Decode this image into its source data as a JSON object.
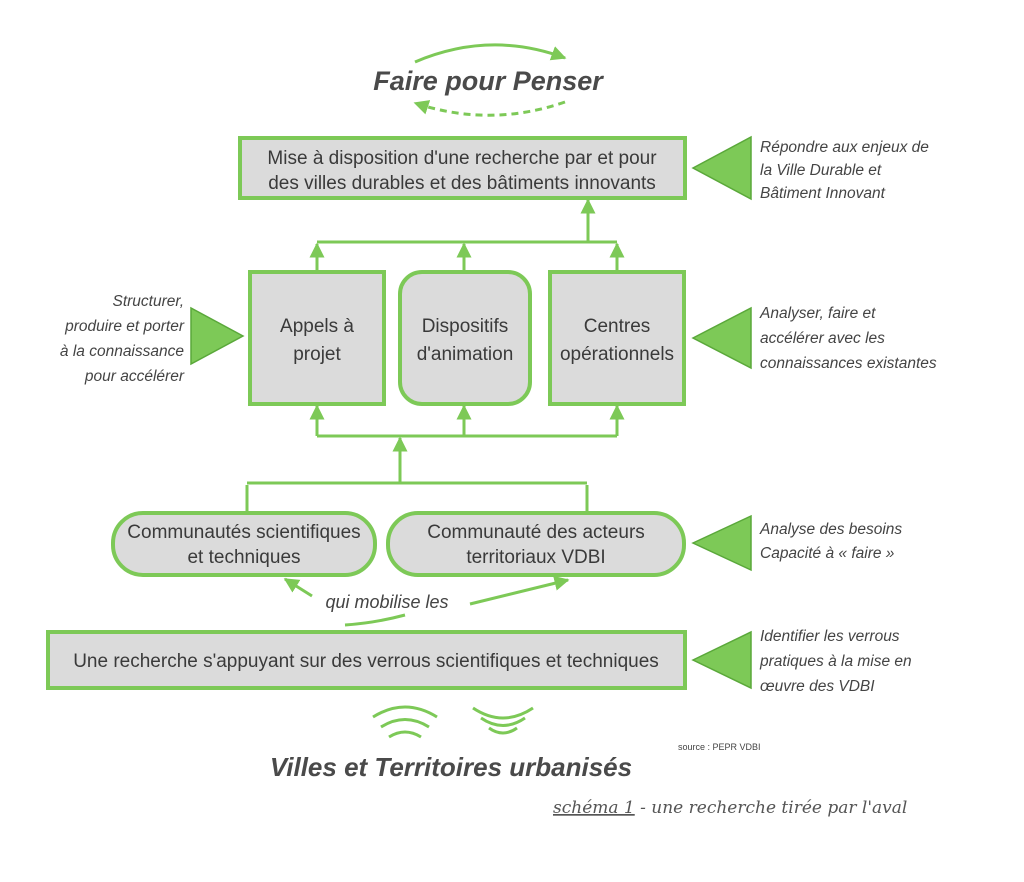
{
  "title_top": "Faire pour Penser",
  "top_box": {
    "line1": "Mise à disposition d'une recherche par et pour",
    "line2": "des villes durables et des bâtiments innovants"
  },
  "middle_boxes": [
    {
      "line1": "Appels à",
      "line2": "projet"
    },
    {
      "line1": "Dispositifs",
      "line2": "d'animation"
    },
    {
      "line1": "Centres",
      "line2": "opérationnels"
    }
  ],
  "communities": [
    {
      "line1": "Communautés scientifiques",
      "line2": "et techniques"
    },
    {
      "line1": "Communauté des acteurs",
      "line2": "territoriaux VDBI"
    }
  ],
  "mobilise_label": "qui mobilise les",
  "bottom_box": "Une recherche s'appuyant sur des verrous scientifiques et techniques",
  "side_notes": {
    "right_top": [
      "Répondre aux enjeux de",
      "la Ville Durable et",
      "Bâtiment Innovant"
    ],
    "left_middle": [
      "Structurer,",
      "produire et porter",
      "à la connaissance",
      "pour accélérer"
    ],
    "right_middle": [
      "Analyser, faire et",
      "accélérer avec les",
      "connaissances existantes"
    ],
    "right_communities": [
      "Analyse des besoins",
      "Capacité à « faire »"
    ],
    "right_bottom": [
      "Identifier les verrous",
      "pratiques à la mise en",
      "œuvre des VDBI"
    ]
  },
  "title_bottom": "Villes et Territoires urbanisés",
  "source": "source : PEPR VDBI",
  "caption": {
    "underlined": "schéma 1",
    "rest": " - une recherche tirée par l'aval"
  },
  "colors": {
    "accent": "#7dc957",
    "box_fill": "#dbdbdb",
    "text": "#3a3a3a"
  }
}
